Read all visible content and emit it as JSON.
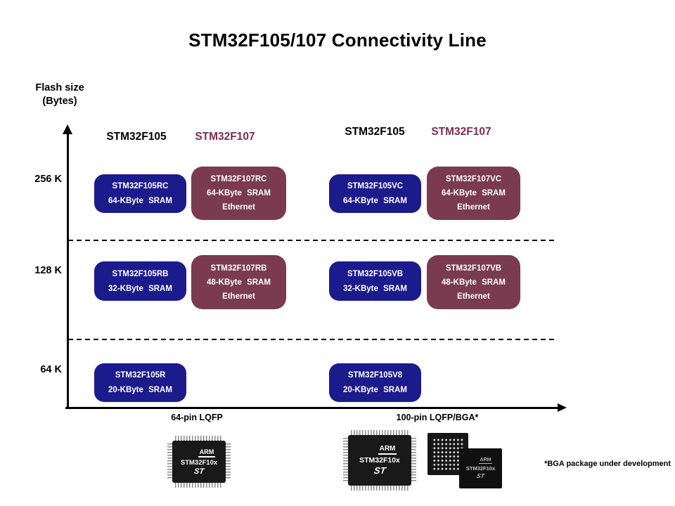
{
  "title": "STM32F105/107 Connectivity Line",
  "y_axis": {
    "label_line1": "Flash size",
    "label_line2": "(Bytes)",
    "ticks": [
      "256 K",
      "128 K",
      "64 K"
    ]
  },
  "x_axis": {
    "ticks": [
      "64-pin LQFP",
      "100-pin LQFP/BGA*"
    ]
  },
  "groups": [
    {
      "package": "64-pin LQFP",
      "headers": [
        {
          "label": "STM32F105",
          "color": "#000000"
        },
        {
          "label": "STM32F107",
          "color": "#7a2e4d"
        }
      ],
      "boxes": [
        {
          "family": "STM32F105",
          "flash": "256 K",
          "lines": [
            "STM32F105RC",
            "64-KByte SRAM"
          ]
        },
        {
          "family": "STM32F107",
          "flash": "256 K",
          "lines": [
            "STM32F107RC",
            "64-KByte SRAM",
            "Ethernet"
          ]
        },
        {
          "family": "STM32F105",
          "flash": "128 K",
          "lines": [
            "STM32F105RB",
            "32-KByte SRAM"
          ]
        },
        {
          "family": "STM32F107",
          "flash": "128 K",
          "lines": [
            "STM32F107RB",
            "48-KByte SRAM",
            "Ethernet"
          ]
        },
        {
          "family": "STM32F105",
          "flash": "64 K",
          "lines": [
            "STM32F105R",
            "20-KByte SRAM"
          ]
        }
      ]
    },
    {
      "package": "100-pin LQFP/BGA*",
      "headers": [
        {
          "label": "STM32F105",
          "color": "#000000"
        },
        {
          "label": "STM32F107",
          "color": "#7a2e4d"
        }
      ],
      "boxes": [
        {
          "family": "STM32F105",
          "flash": "256 K",
          "lines": [
            "STM32F105VC",
            "64-KByte SRAM"
          ]
        },
        {
          "family": "STM32F107",
          "flash": "256 K",
          "lines": [
            "STM32F107VC",
            "64-KByte SRAM",
            "Ethernet"
          ]
        },
        {
          "family": "STM32F105",
          "flash": "128 K",
          "lines": [
            "STM32F105VB",
            "32-KByte SRAM"
          ]
        },
        {
          "family": "STM32F107",
          "flash": "128 K",
          "lines": [
            "STM32F107VB",
            "48-KByte SRAM",
            "Ethernet"
          ]
        },
        {
          "family": "STM32F105",
          "flash": "64 K",
          "lines": [
            "STM32F105V8",
            "20-KByte SRAM"
          ]
        }
      ]
    }
  ],
  "chips": {
    "brand": "ARM",
    "part": "STM32F10x",
    "logo_text": "ST"
  },
  "footnote": "*BGA package under development",
  "colors": {
    "f105_box": "#1b1b8c",
    "f107_box": "#7a3a50",
    "f107_header_text": "#7a2e4d",
    "axis": "#000000",
    "background": "#ffffff"
  }
}
